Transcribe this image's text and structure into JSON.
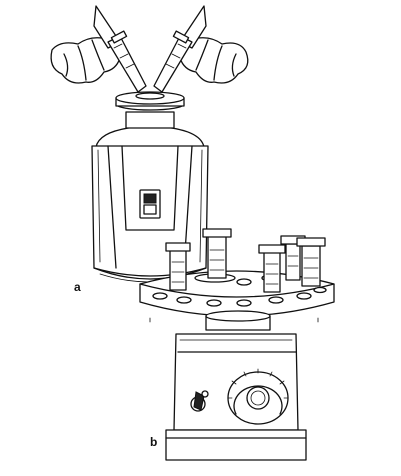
{
  "figure": {
    "panels": [
      {
        "id": "a",
        "label": "a"
      },
      {
        "id": "b",
        "label": "b"
      }
    ]
  },
  "colors": {
    "ink": "#111111",
    "paper": "#ffffff"
  }
}
